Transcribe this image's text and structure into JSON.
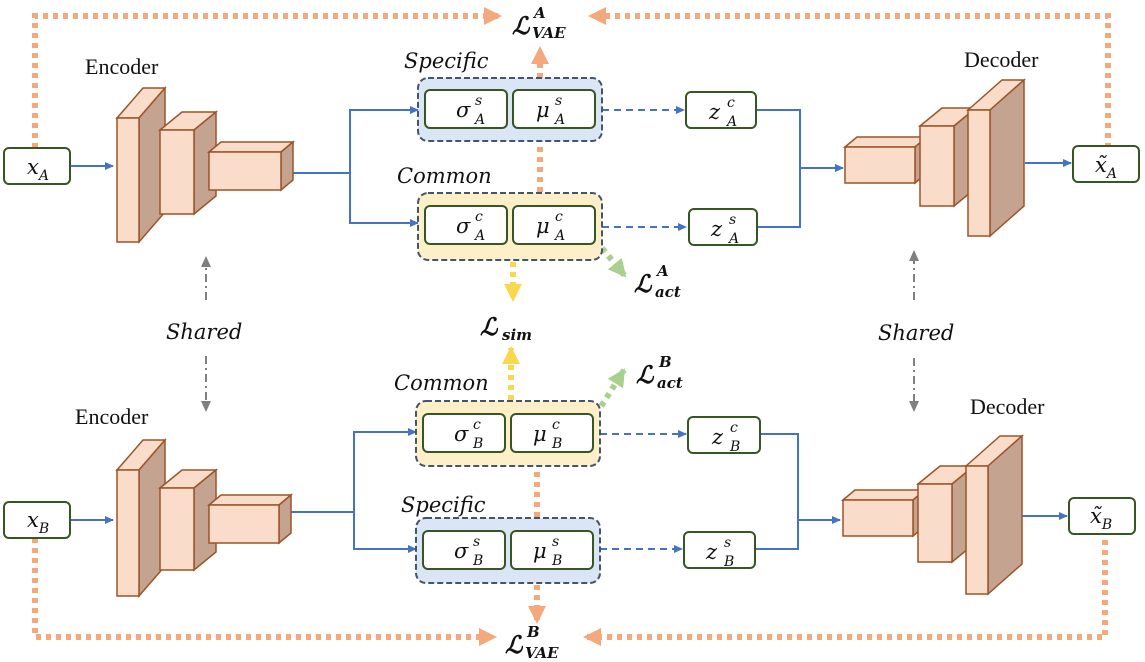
{
  "labels": {
    "encoder_top": "Encoder",
    "encoder_bottom": "Encoder",
    "decoder_top": "Decoder",
    "decoder_bottom": "Decoder",
    "shared_left": "Shared",
    "shared_right": "Shared",
    "specific_top": "Specific",
    "common_top": "Common",
    "common_bottom": "Common",
    "specific_bottom": "Specific"
  },
  "inputs": {
    "x_a": {
      "base": "x",
      "sub": "A"
    },
    "x_b": {
      "base": "x",
      "sub": "B"
    }
  },
  "outputs": {
    "xhat_a": {
      "base": "x̃",
      "sub": "A"
    },
    "xhat_b": {
      "base": "x̃",
      "sub": "B"
    }
  },
  "latent_params": {
    "sigma_s_a": {
      "base": "σ",
      "sup": "s",
      "sub": "A"
    },
    "mu_s_a": {
      "base": "μ",
      "sup": "s",
      "sub": "A"
    },
    "sigma_c_a": {
      "base": "σ",
      "sup": "c",
      "sub": "A"
    },
    "mu_c_a": {
      "base": "μ",
      "sup": "c",
      "sub": "A"
    },
    "sigma_c_b": {
      "base": "σ",
      "sup": "c",
      "sub": "B"
    },
    "mu_c_b": {
      "base": "μ",
      "sup": "c",
      "sub": "B"
    },
    "sigma_s_b": {
      "base": "σ",
      "sup": "s",
      "sub": "B"
    },
    "mu_s_b": {
      "base": "μ",
      "sup": "s",
      "sub": "B"
    }
  },
  "latents": {
    "z_c_a": {
      "base": "z",
      "sup": "c",
      "sub": "A"
    },
    "z_s_a": {
      "base": "z",
      "sup": "s",
      "sub": "A"
    },
    "z_c_b": {
      "base": "z",
      "sup": "c",
      "sub": "B"
    },
    "z_s_b": {
      "base": "z",
      "sup": "s",
      "sub": "B"
    }
  },
  "losses": {
    "vae_a": {
      "base": "ℒ",
      "sup": "A",
      "sub": "VAE"
    },
    "vae_b": {
      "base": "ℒ",
      "sup": "B",
      "sub": "VAE"
    },
    "act_a": {
      "base": "ℒ",
      "sup": "A",
      "sub": "act"
    },
    "act_b": {
      "base": "ℒ",
      "sup": "B",
      "sub": "act"
    },
    "sim": {
      "base": "ℒ",
      "sub": "sim"
    }
  },
  "colors": {
    "vae_loss_arrow": "#f4a97c",
    "sim_loss_arrow": "#f9d84f",
    "act_loss_arrow": "#a9d08e",
    "flow_arrow": "#4472c4",
    "shared_arrow": "#7f7f7f",
    "box_border": "#375623",
    "specific_fill": "#dae6f5",
    "common_fill": "#fdf0c8",
    "group_border": "#44546a",
    "block_front": "#f9dcc9",
    "block_side": "#c4a491",
    "block_edge": "#9c5427"
  }
}
